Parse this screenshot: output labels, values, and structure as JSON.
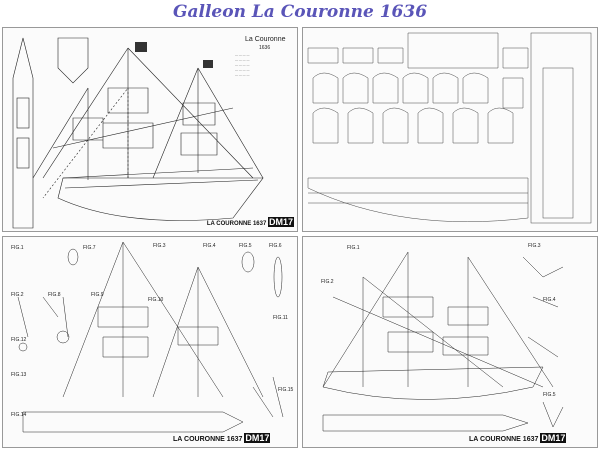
{
  "title": "Galleon La Couronne 1636",
  "sheet1": {
    "plate_title": "La Couronne",
    "plate_year": "1636",
    "stamp": "LA COURONNE 1637",
    "code": "DM17"
  },
  "sheet3": {
    "stamp": "LA COURONNE 1637",
    "code": "DM17",
    "figs": [
      "FIG.1",
      "FIG.2",
      "FIG.3",
      "FIG.4",
      "FIG.5",
      "FIG.6",
      "FIG.7",
      "FIG.8",
      "FIG.9",
      "FIG.10",
      "FIG.11",
      "FIG.12",
      "FIG.13",
      "FIG.14",
      "FIG.15"
    ]
  },
  "sheet4": {
    "stamp": "LA COURONNE 1637",
    "code": "DM17",
    "figs": [
      "FIG.1",
      "FIG.2",
      "FIG.3",
      "FIG.4",
      "FIG.5"
    ]
  }
}
